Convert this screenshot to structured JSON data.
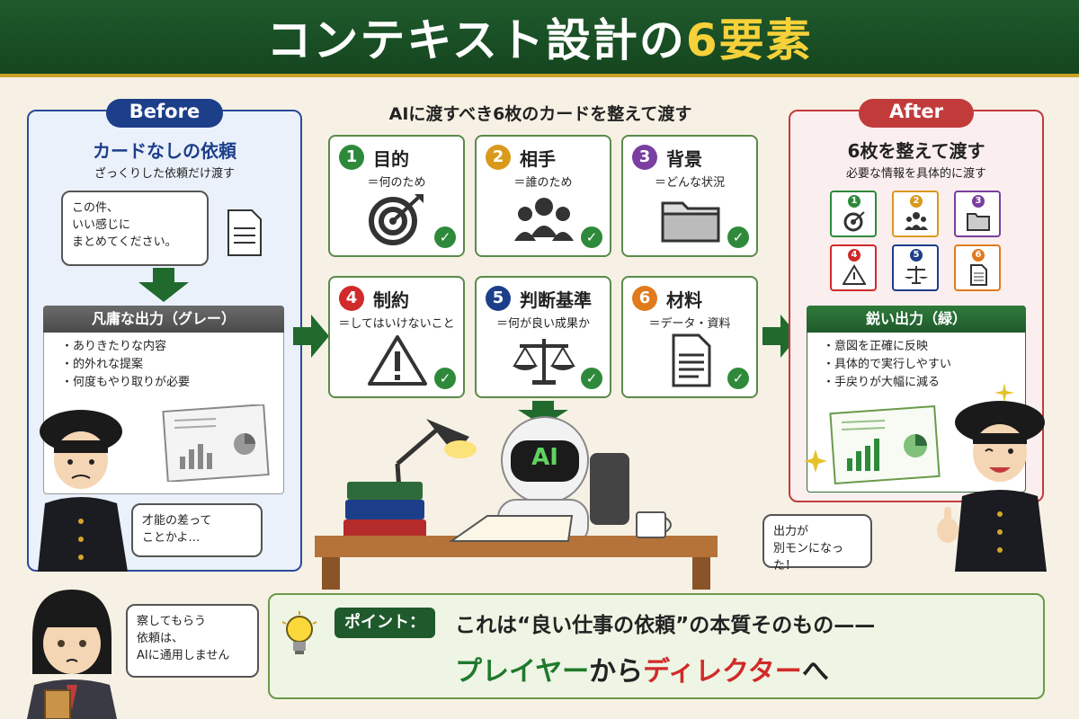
{
  "title": {
    "main": "コンテキスト設計の",
    "accent": "6要素"
  },
  "before": {
    "tag": "Before",
    "title": "カードなしの依頼",
    "subtitle": "ざっくりした依頼だけ渡す",
    "request_lines": [
      "この件、",
      "いい感じに",
      "まとめてください。"
    ],
    "output_title": "凡庸な出力（グレー）",
    "output_bullets": [
      "・ありきたりな内容",
      "・的外れな提案",
      "・何度もやり取りが必要"
    ],
    "character_quote": [
      "才能の差って",
      "ことかよ…"
    ]
  },
  "center": {
    "heading": "AIに渡すべき6枚のカードを整えて渡す",
    "cards": [
      {
        "num": "1",
        "title": "目的",
        "sub": "＝何のため",
        "color": "#2e8a3a",
        "icon": "target-icon"
      },
      {
        "num": "2",
        "title": "相手",
        "sub": "＝誰のため",
        "color": "#d99a1c",
        "icon": "people-icon"
      },
      {
        "num": "3",
        "title": "背景",
        "sub": "＝どんな状況",
        "color": "#7a3fa0",
        "icon": "folder-icon"
      },
      {
        "num": "4",
        "title": "制約",
        "sub": "＝してはいけないこと",
        "color": "#d12a2a",
        "icon": "warning-icon"
      },
      {
        "num": "5",
        "title": "判断基準",
        "sub": "＝何が良い成果か",
        "color": "#1d3f8a",
        "icon": "scale-icon"
      },
      {
        "num": "6",
        "title": "材料",
        "sub": "＝データ・資料",
        "color": "#e07a1c",
        "icon": "document-icon"
      }
    ],
    "ai_label": "AI"
  },
  "after": {
    "tag": "After",
    "title": "6枚を整えて渡す",
    "subtitle": "必要な情報を具体的に渡す",
    "mini_nums": [
      "1",
      "2",
      "3",
      "4",
      "5",
      "6"
    ],
    "output_title": "鋭い出力（緑）",
    "output_bullets": [
      "・意図を正確に反映",
      "・具体的で実行しやすい",
      "・手戻りが大幅に減る"
    ],
    "character_quote": [
      "出力が",
      "別モンになった！"
    ]
  },
  "point": {
    "tag": "ポイント：",
    "line1": "これは“良い仕事の依頼”の本質そのもの——",
    "line2_a": "プレイヤー",
    "line2_b": "から",
    "line2_c": "ディレクター",
    "line2_d": "へ",
    "bubble_lines": [
      "察してもらう",
      "依頼は、",
      "AIに通用しません"
    ]
  },
  "colors": {
    "green": "#1f5a2c",
    "gold": "#f6d13a",
    "blue": "#1d3f8a",
    "red": "#c23b3b"
  }
}
